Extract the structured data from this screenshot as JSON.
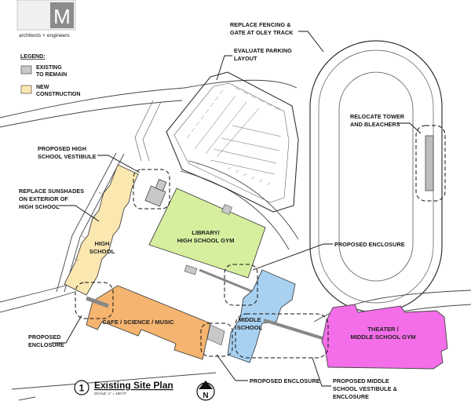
{
  "logo": {
    "letter": "M",
    "tagline": "architects + engineers"
  },
  "legend": {
    "title": "LEGEND:",
    "items": [
      {
        "line1": "EXISTING",
        "line2": "TO REMAIN",
        "swatch": "#c8c8c8"
      },
      {
        "line1": "NEW",
        "line2": "CONSTRUCTION",
        "swatch": "#fbe7b0"
      }
    ]
  },
  "buildings": {
    "high_school": {
      "line1": "HIGH",
      "line2": "SCHOOL",
      "color": "#fbe7b0"
    },
    "library": {
      "line1": "LIBRARY/",
      "line2": "HIGH SCHOOL GYM",
      "color": "#d6ef9f"
    },
    "cafe": {
      "label": "CAFE / SCIENCE / MUSIC",
      "color": "#f5b46f"
    },
    "middle_school": {
      "line1": "MIDDLE",
      "line2": "SCHOOL",
      "color": "#a8d1f1"
    },
    "theater": {
      "line1": "THEATER /",
      "line2": "MIDDLE SCHOOL GYM",
      "color": "#f36ee8"
    },
    "vestibule_color": "#c8c8c8"
  },
  "callouts": {
    "fencing": [
      "REPLACE FENCING &",
      "GATE AT OLEY TRACK"
    ],
    "parking": [
      "EVALUATE PARKING",
      "LAYOUT"
    ],
    "tower": [
      "RELOCATE TOWER",
      "AND BLEACHERS"
    ],
    "hs_vestibule": [
      "PROPOSED HIGH",
      "SCHOOL VESTIBULE"
    ],
    "sunshades": [
      "REPLACE SUNSHADES",
      "ON EXTERIOR OF",
      "HIGH SCHOOL"
    ],
    "enclosure_right": [
      "PROPOSED ENCLOSURE"
    ],
    "enclosure_left": [
      "PROPOSED",
      "ENCLOSURE"
    ],
    "enclosure_bottom": [
      "PROPOSED ENCLOSURE"
    ],
    "ms_vestibule": [
      "PROPOSED MIDDLE",
      "SCHOOL VESTIBULE &",
      "ENCLOSURE"
    ]
  },
  "title_block": {
    "number": "1",
    "title": "Existing Site Plan",
    "scale": "SCALE: 1\" = 100'-0\"",
    "north": "N"
  }
}
